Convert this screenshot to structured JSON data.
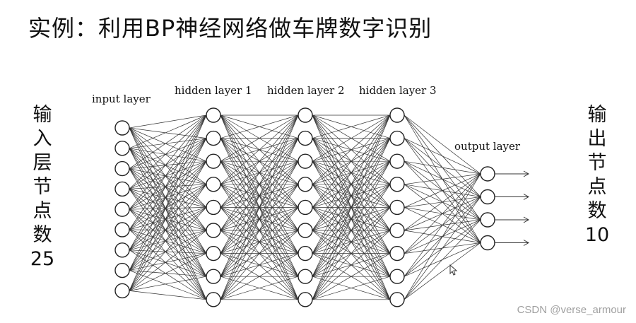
{
  "title": "实例：利用BP神经网络做车牌数字识别",
  "left_side": {
    "chars": [
      "输",
      "入",
      "层",
      "节",
      "点",
      "数"
    ],
    "number": "25"
  },
  "right_side": {
    "chars": [
      "输",
      "出",
      "节",
      "点",
      "数"
    ],
    "number": "10"
  },
  "network": {
    "layers": [
      {
        "label": "input layer",
        "nodes": 9
      },
      {
        "label": "hidden layer 1",
        "nodes": 9
      },
      {
        "label": "hidden layer 2",
        "nodes": 9
      },
      {
        "label": "hidden layer 3",
        "nodes": 9
      },
      {
        "label": "output layer",
        "nodes": 4
      }
    ],
    "output_arrows": true,
    "colors": {
      "node_stroke": "#222222",
      "edge": "#333333",
      "node_fill": "#ffffff"
    }
  },
  "watermark": "CSDN @verse_armour",
  "icons": {
    "cursor": "mouse-pointer-icon"
  }
}
